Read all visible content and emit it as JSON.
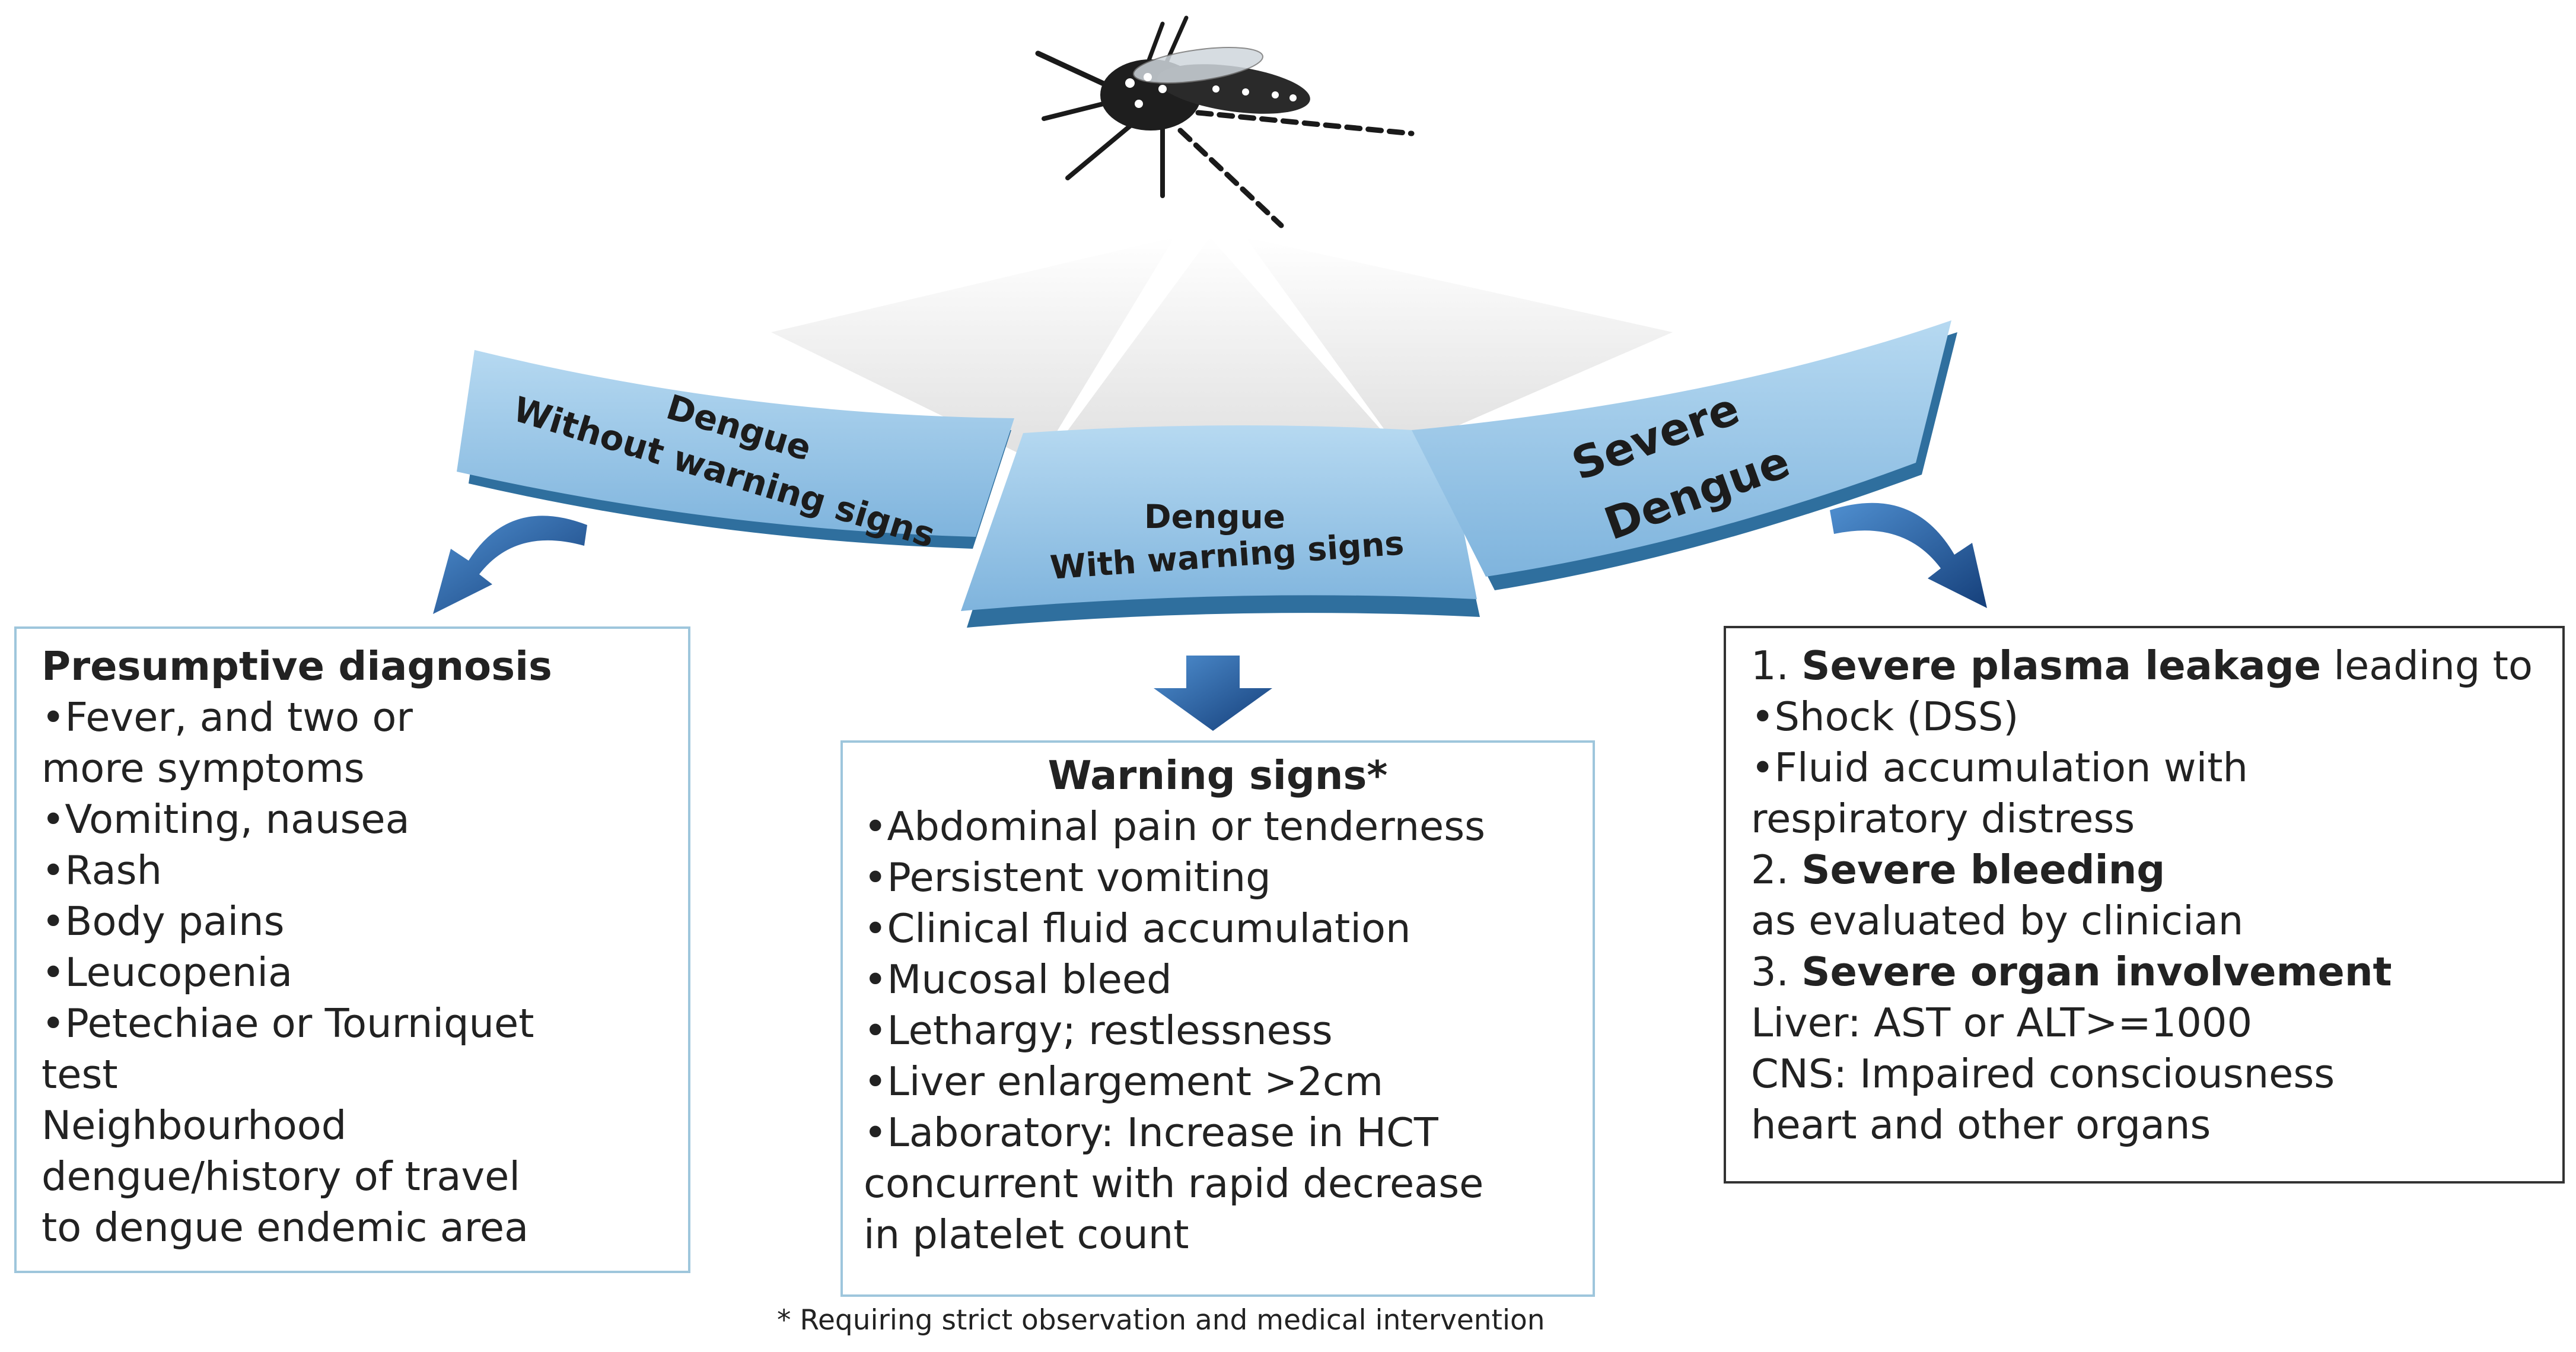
{
  "categories": {
    "left": {
      "line1": "Dengue",
      "line2": "Without warning signs"
    },
    "middle": {
      "line1": "Dengue",
      "line2": "With warning signs"
    },
    "right": {
      "line1": "Severe",
      "line2": "Dengue"
    }
  },
  "left_box": {
    "title": "Presumptive diagnosis",
    "lines": [
      "•Fever, and two or",
      "more symptoms",
      "•Vomiting, nausea",
      "•Rash",
      "•Body pains",
      "•Leucopenia",
      "•Petechiae or Tourniquet",
      "test",
      "Neighbourhood",
      "dengue/history of travel",
      "to dengue endemic area"
    ]
  },
  "middle_box": {
    "title": "Warning signs*",
    "lines": [
      "•Abdominal pain or tenderness",
      "•Persistent vomiting",
      "•Clinical fluid accumulation",
      "•Mucosal bleed",
      "•Lethargy; restlessness",
      "•Liver enlargement >2cm",
      "•Laboratory: Increase in HCT",
      "concurrent with rapid decrease",
      "in platelet count"
    ]
  },
  "right_box": {
    "item1_num": "1.",
    "item1_bold": "Severe plasma leakage",
    "item1_rest": "leading to",
    "item1_lines": [
      "•Shock (DSS)",
      "•Fluid accumulation with",
      "respiratory distress"
    ],
    "item2_num": "2.",
    "item2_bold": "Severe bleeding",
    "item2_lines": [
      "as evaluated by clinician"
    ],
    "item3_num": "3.",
    "item3_bold": "Severe organ involvement",
    "item3_lines": [
      "Liver: AST or ALT>=1000",
      "CNS: Impaired consciousness",
      "heart and other organs"
    ]
  },
  "footnote": "* Requiring strict observation and medical intervention",
  "colors": {
    "panel_top": "#9cc8e8",
    "panel_side": "#2f6f9e",
    "arrow": "#1f5fa8",
    "box_border_blue": "#9ec6dc",
    "box_border_dark": "#333333",
    "fan": "#e6e6e6"
  }
}
